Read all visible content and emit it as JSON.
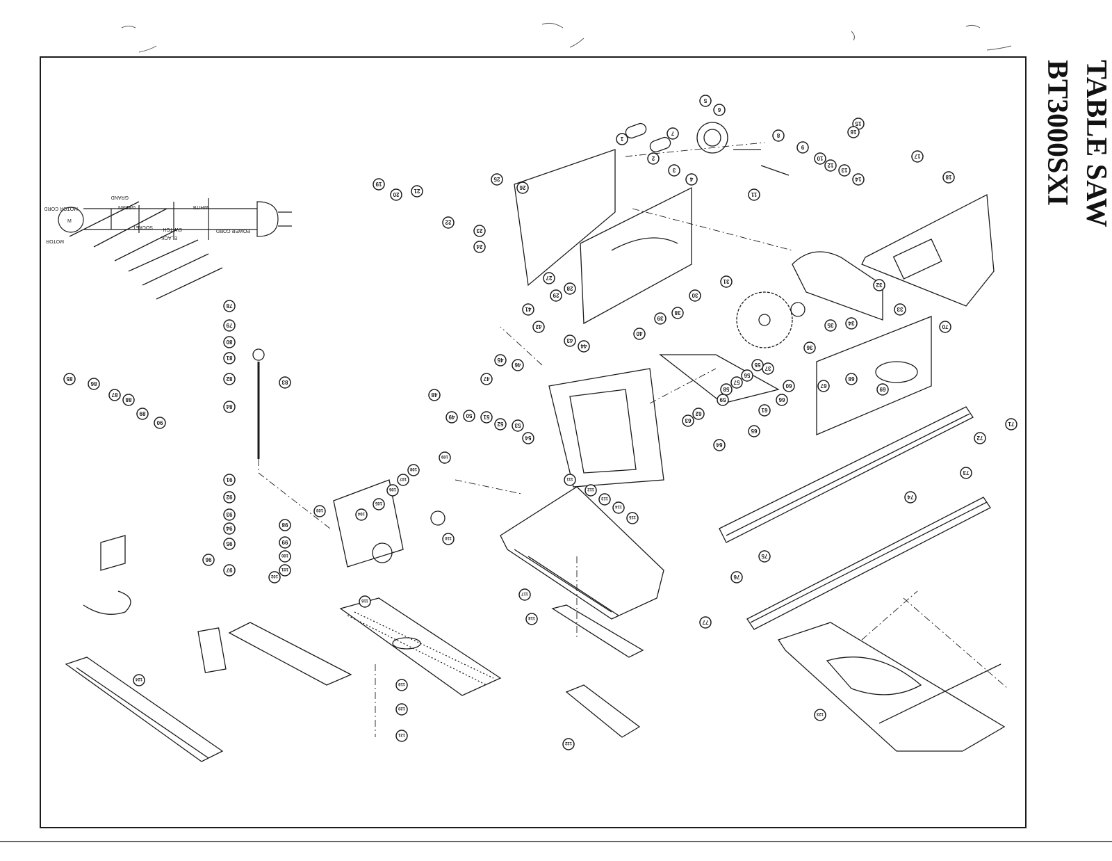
{
  "title": {
    "line1": "TABLE SAW",
    "line2": "BT3000SXI"
  },
  "wiring": {
    "labels": [
      "MOTOR",
      "MOTOR CORD",
      "GRAND",
      "GREEN",
      "BLACK",
      "WHITE",
      "SOCKET",
      "SWITCH",
      "POWER CORD"
    ],
    "motor_symbol": "M"
  },
  "callouts": [
    "1",
    "2",
    "3",
    "4",
    "5",
    "6",
    "7",
    "8",
    "9",
    "10",
    "11",
    "12",
    "13",
    "14",
    "15",
    "16",
    "17",
    "18",
    "19",
    "20",
    "21",
    "22",
    "23",
    "24",
    "25",
    "26",
    "27",
    "28",
    "29",
    "30",
    "31",
    "32",
    "33",
    "34",
    "35",
    "36",
    "37",
    "38",
    "39",
    "40",
    "41",
    "42",
    "43",
    "44",
    "45",
    "46",
    "47",
    "48",
    "49",
    "50",
    "51",
    "52",
    "53",
    "54",
    "55",
    "56",
    "57",
    "58",
    "59",
    "60",
    "61",
    "62",
    "63",
    "64",
    "65",
    "66",
    "67",
    "68",
    "69",
    "70",
    "71",
    "72",
    "73",
    "74",
    "75",
    "76",
    "77",
    "78",
    "79",
    "80",
    "81",
    "82",
    "83",
    "84",
    "85",
    "86",
    "87",
    "88",
    "89",
    "90",
    "91",
    "92",
    "93",
    "94",
    "95",
    "96",
    "97",
    "98",
    "99",
    "100",
    "101",
    "102",
    "103",
    "104",
    "105",
    "106",
    "107",
    "108",
    "109",
    "110",
    "111",
    "112",
    "113",
    "114",
    "115",
    "116",
    "117",
    "118",
    "119",
    "120",
    "121",
    "122",
    "123",
    "124"
  ],
  "colors": {
    "ink": "#1a1a1a",
    "paper": "#ffffff"
  }
}
